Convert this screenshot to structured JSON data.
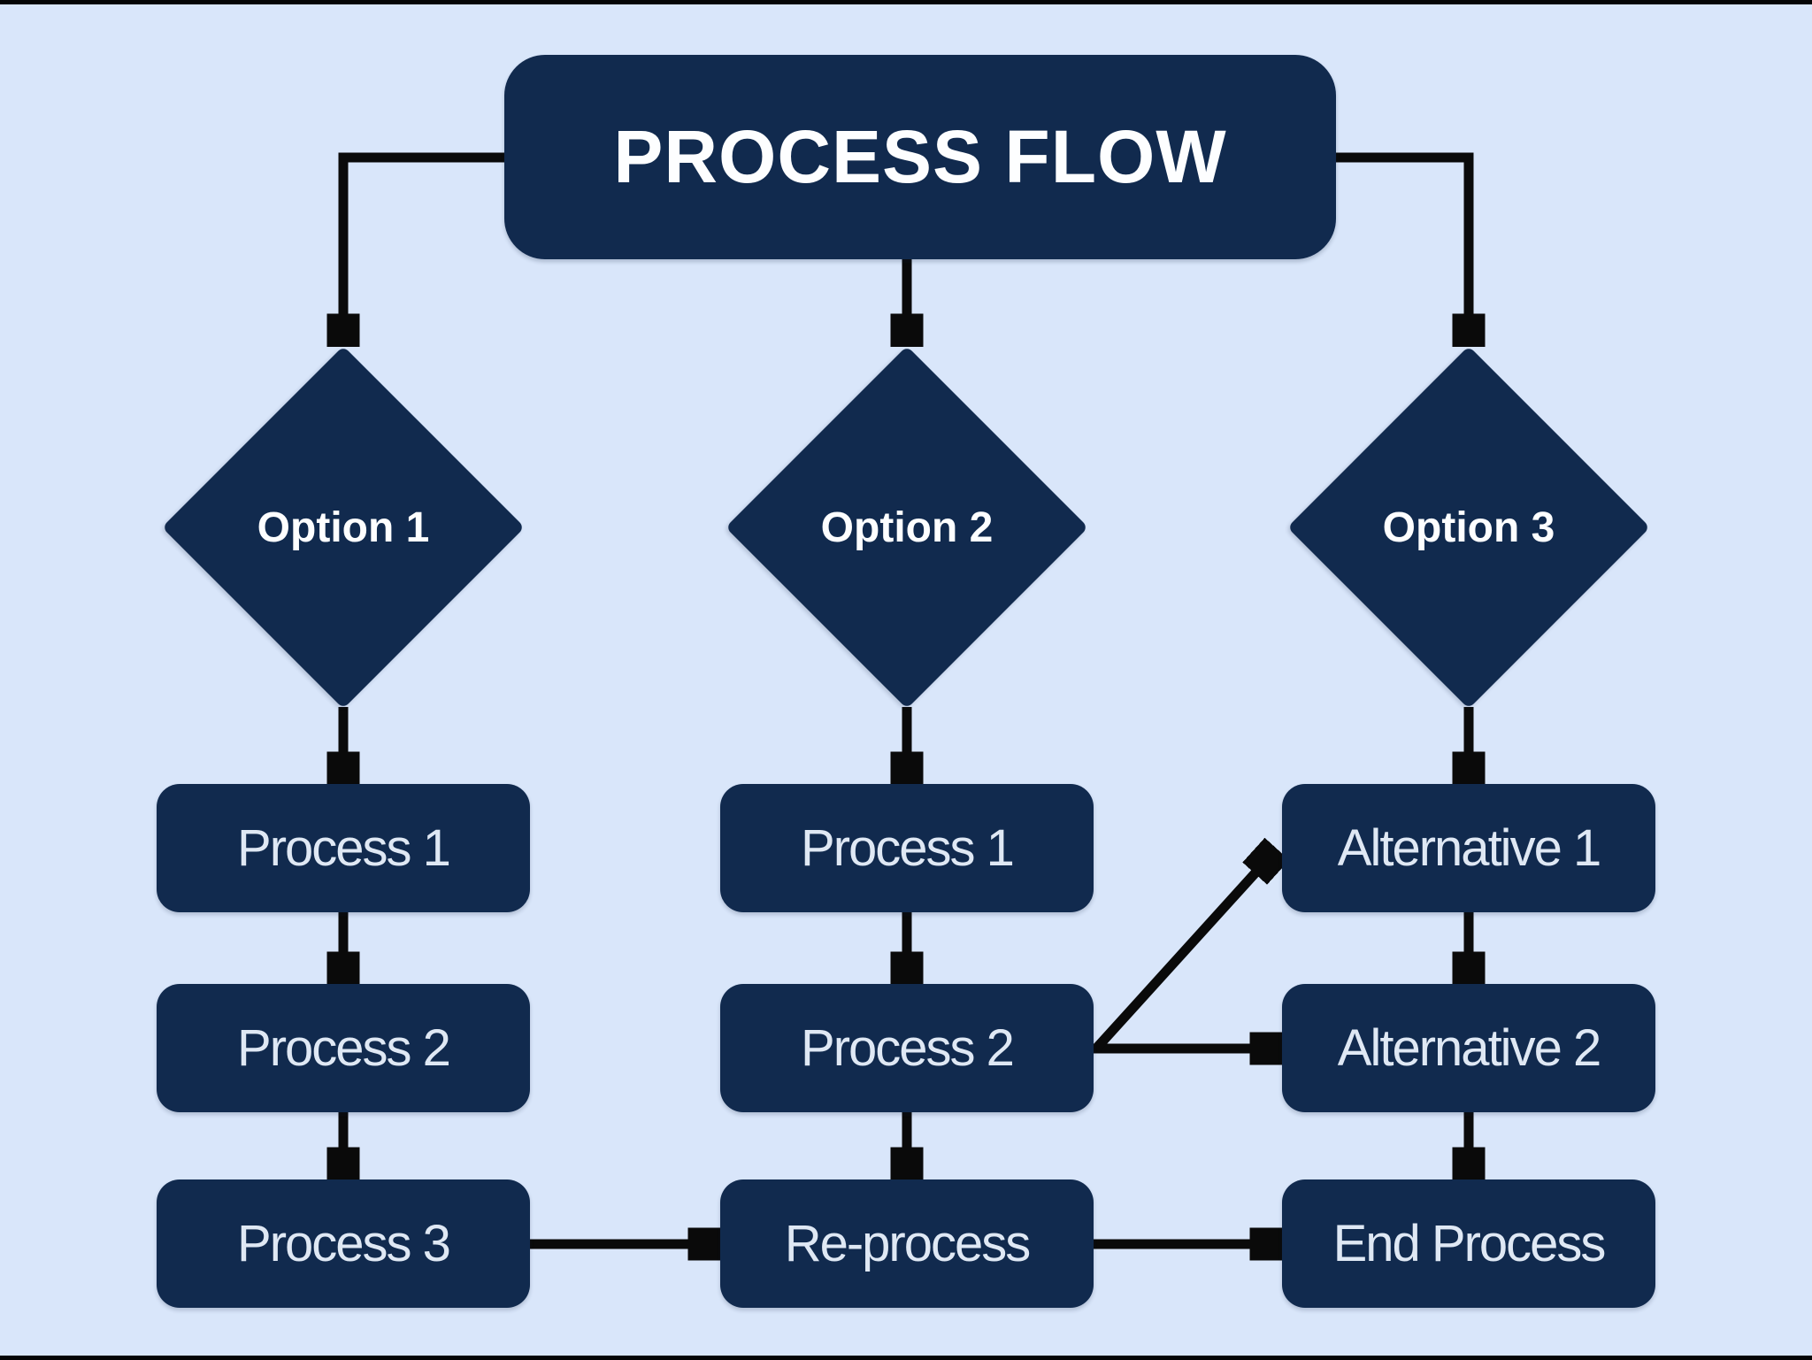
{
  "title": {
    "label": "PROCESS FLOW"
  },
  "columns": [
    {
      "option": "Option 1",
      "steps": [
        "Process 1",
        "Process 2",
        "Process 3"
      ]
    },
    {
      "option": "Option 2",
      "steps": [
        "Process 1",
        "Process 2",
        "Re-process"
      ]
    },
    {
      "option": "Option 3",
      "steps": [
        "Alternative 1",
        "Alternative 2",
        "End Process"
      ]
    }
  ],
  "edges": [
    {
      "from": "PROCESS FLOW",
      "to": "Option 1"
    },
    {
      "from": "PROCESS FLOW",
      "to": "Option 2"
    },
    {
      "from": "PROCESS FLOW",
      "to": "Option 3"
    },
    {
      "from": "Option 1",
      "to": "Process 1 (column 1)"
    },
    {
      "from": "Process 1 (column 1)",
      "to": "Process 2 (column 1)"
    },
    {
      "from": "Process 2 (column 1)",
      "to": "Process 3 (column 1)"
    },
    {
      "from": "Option 2",
      "to": "Process 1 (column 2)"
    },
    {
      "from": "Process 1 (column 2)",
      "to": "Process 2 (column 2)"
    },
    {
      "from": "Process 2 (column 2)",
      "to": "Re-process"
    },
    {
      "from": "Option 3",
      "to": "Alternative 1"
    },
    {
      "from": "Alternative 1",
      "to": "Alternative 2"
    },
    {
      "from": "Alternative 2",
      "to": "End Process"
    },
    {
      "from": "Process 3 (column 1)",
      "to": "Re-process"
    },
    {
      "from": "Re-process",
      "to": "End Process"
    },
    {
      "from": "Process 2 (column 2)",
      "to": "Alternative 1"
    },
    {
      "from": "Process 2 (column 2)",
      "to": "Alternative 2"
    }
  ],
  "colors": {
    "background": "#d9e6fa",
    "shape": "#112a4e",
    "shape_text": "#dfe8f4",
    "title_text": "#fdfeff",
    "arrow": "#0a0a0a",
    "frame_bar": "#050505"
  }
}
